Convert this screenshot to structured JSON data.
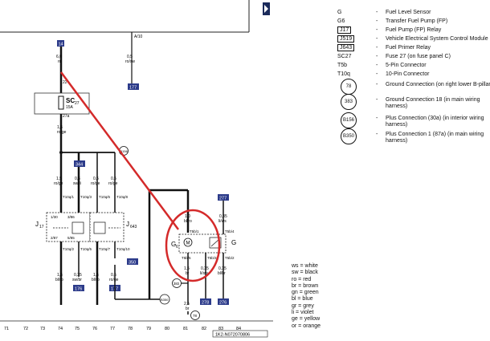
{
  "legend": [
    {
      "code": "G",
      "desc": "Fuel Level Sensor",
      "boxed": false
    },
    {
      "code": "G6",
      "desc": "Transfer Fuel Pump (FP)",
      "boxed": false
    },
    {
      "code": "J17",
      "desc": "Fuel Pump (FP) Relay",
      "boxed": true
    },
    {
      "code": "J519",
      "desc": "Vehicle Electrical System Control Module",
      "boxed": true
    },
    {
      "code": "J643",
      "desc": "Fuel Primer Relay",
      "boxed": true
    },
    {
      "code": "SC27",
      "desc": "Fuse 27 (on fuse panel C)",
      "boxed": false
    },
    {
      "code": "T5b",
      "desc": "5-Pin Connector",
      "boxed": false
    },
    {
      "code": "T10q",
      "desc": "10-Pin Connector",
      "boxed": false
    }
  ],
  "ground_legend": [
    {
      "code": "78",
      "desc": "Ground Connection (on right lower B-pillar)"
    },
    {
      "code": "383",
      "desc": "Ground Connection 18 (in main wiring harness)"
    },
    {
      "code": "B156",
      "desc": "Plus Connection (30a) (in interior wiring harness)"
    },
    {
      "code": "B350",
      "desc": "Plus Connection 1 (87a) (in main wiring harness)"
    }
  ],
  "color_legend": [
    "ws = white",
    "sw = black",
    "ro = red",
    "br = brown",
    "gn = green",
    "bl = blue",
    "gr = grey",
    "li = violet",
    "ge = yellow",
    "or = orange"
  ],
  "diagram": {
    "labels": {
      "top_box": "14",
      "fuse_a": "A/10",
      "wire_top": "6,0",
      "wire_top_color": "ro",
      "wire_mid": "0,5",
      "wire_mid_color": "ro/sw",
      "box_177a": "177",
      "pin_22": "22",
      "fuse_name": "SC",
      "fuse_sub": "27",
      "fuse_amp": "15A",
      "pin_27a": "27a",
      "w1": "1,5",
      "w1c": "ro/ge",
      "b156": "B156",
      "box_344": "344",
      "col1_w": "1,5",
      "col1_c": "ro/ge",
      "col2_w": "0,5",
      "col2_c": "sw/li",
      "col3_w": "0,5",
      "col3_c": "ro/ge",
      "col4_w": "0,5",
      "col4_c": "ro/ge",
      "t10q_1": "T10q/1",
      "t10q_2": "T10q/2",
      "t10q_3": "T10q/3",
      "t10q_4": "T10q/4",
      "t10q_5": "T10q/5",
      "t10q_6": "T10q/6",
      "t10q_7": "T10q/7",
      "t10q_8": "T10q/8",
      "t10q_9": "T10q/9",
      "t10q_10": "T10q/10",
      "j17": "J",
      "j17s": "17",
      "j643": "J",
      "j643s": "643",
      "r130": "1/30",
      "r386": "3/86",
      "r287": "2/87",
      "r585": "5/85",
      "b1_w": "1,5",
      "b1_c": "bl/ro",
      "b2_w": "0,35",
      "b2_c": "sw/br",
      "b3_w": "1,5",
      "b3_c": "bl/ro",
      "b4_w": "0,5",
      "b4_c": "ro/ge",
      "box_176": "176",
      "box_177": "177",
      "box_350": "350",
      "g6_w": "1,0",
      "g6_c": "bl/ro",
      "t5b1": "T5b/1",
      "g6": "G",
      "g6s": "6",
      "g": "G",
      "t5b5": "T5b/5",
      "t5b3": "T5b/3",
      "t5b2": "T5b/2",
      "t5b4": "T5b/4",
      "box_277": "277",
      "r1_w": "0,35",
      "r1_c": "li/ws",
      "gw": "1,5",
      "gc": "br",
      "g2w": "0,35",
      "g2c": "li/sw",
      "g3w": "0,35",
      "g3c": "bl/br",
      "n383": "383",
      "b350": "B350",
      "gw2": "2,5",
      "gc2": "br",
      "n78": "78",
      "box_278": "278",
      "box_276": "276",
      "doc_id": "1K2-N072070806"
    },
    "columns": [
      "71",
      "72",
      "73",
      "74",
      "75",
      "76",
      "77",
      "78",
      "79",
      "80",
      "81",
      "82",
      "83",
      "84"
    ]
  }
}
